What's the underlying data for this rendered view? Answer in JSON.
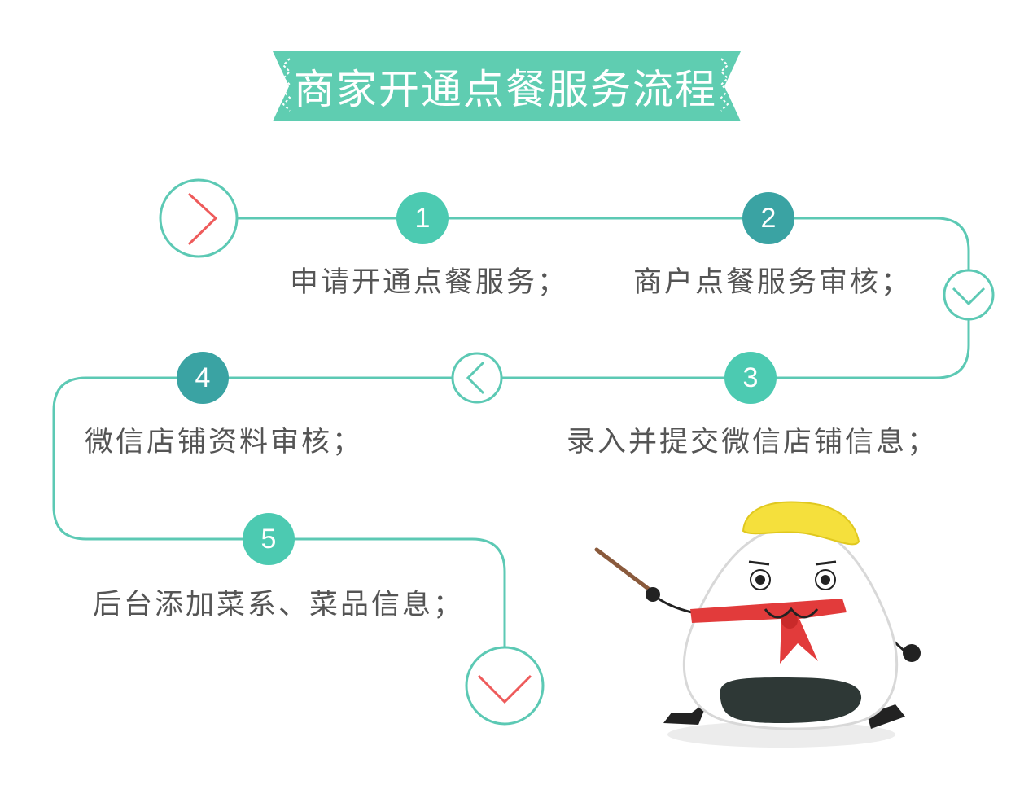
{
  "title": "商家开通点餐服务流程",
  "steps": [
    {
      "number": "1",
      "label": "申请开通点餐服务；"
    },
    {
      "number": "2",
      "label": "商户点餐服务审核；"
    },
    {
      "number": "3",
      "label": "录入并提交微信店铺信息；"
    },
    {
      "number": "4",
      "label": "微信店铺资料审核；"
    },
    {
      "number": "5",
      "label": "后台添加菜系、菜品信息；"
    }
  ],
  "colors": {
    "line": "#5cc9b4",
    "banner": "#5fcdb1",
    "step_light": "#4ccab1",
    "step_dark": "#3aa3a3",
    "arrow_red": "#ee5b5b",
    "text": "#555555"
  },
  "icons": {
    "start": "chevron-right-icon",
    "turn_down": "chevron-down-icon",
    "turn_left": "chevron-left-icon",
    "end": "chevron-down-icon",
    "mascot": "rice-ball-mascot"
  }
}
